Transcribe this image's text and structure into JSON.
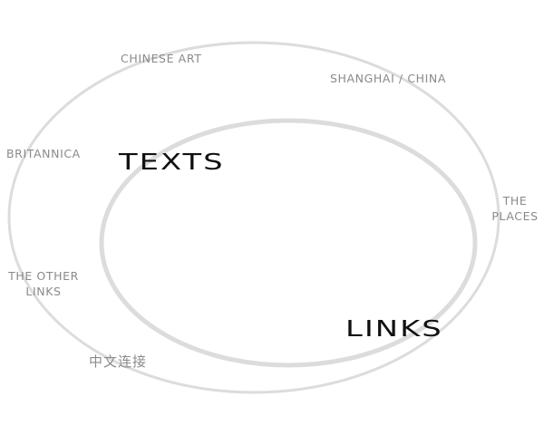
{
  "nav": {
    "chinese_art": "CHINESE ART",
    "shanghai_china": "SHANGHAI / CHINA",
    "britannica": "BRITANNICA",
    "the_places_line1": "THE",
    "the_places_line2": "PLACES",
    "the_other_links_line1": "THE OTHER",
    "the_other_links_line2": "LINKS",
    "chinese_links": "中文连接"
  },
  "main": {
    "texts": "TEXTS",
    "links": "LINKS"
  },
  "colors": {
    "ring": "#dcdcdc",
    "nav_text": "#8a8a8a",
    "main_text": "#111111",
    "background": "#ffffff"
  }
}
